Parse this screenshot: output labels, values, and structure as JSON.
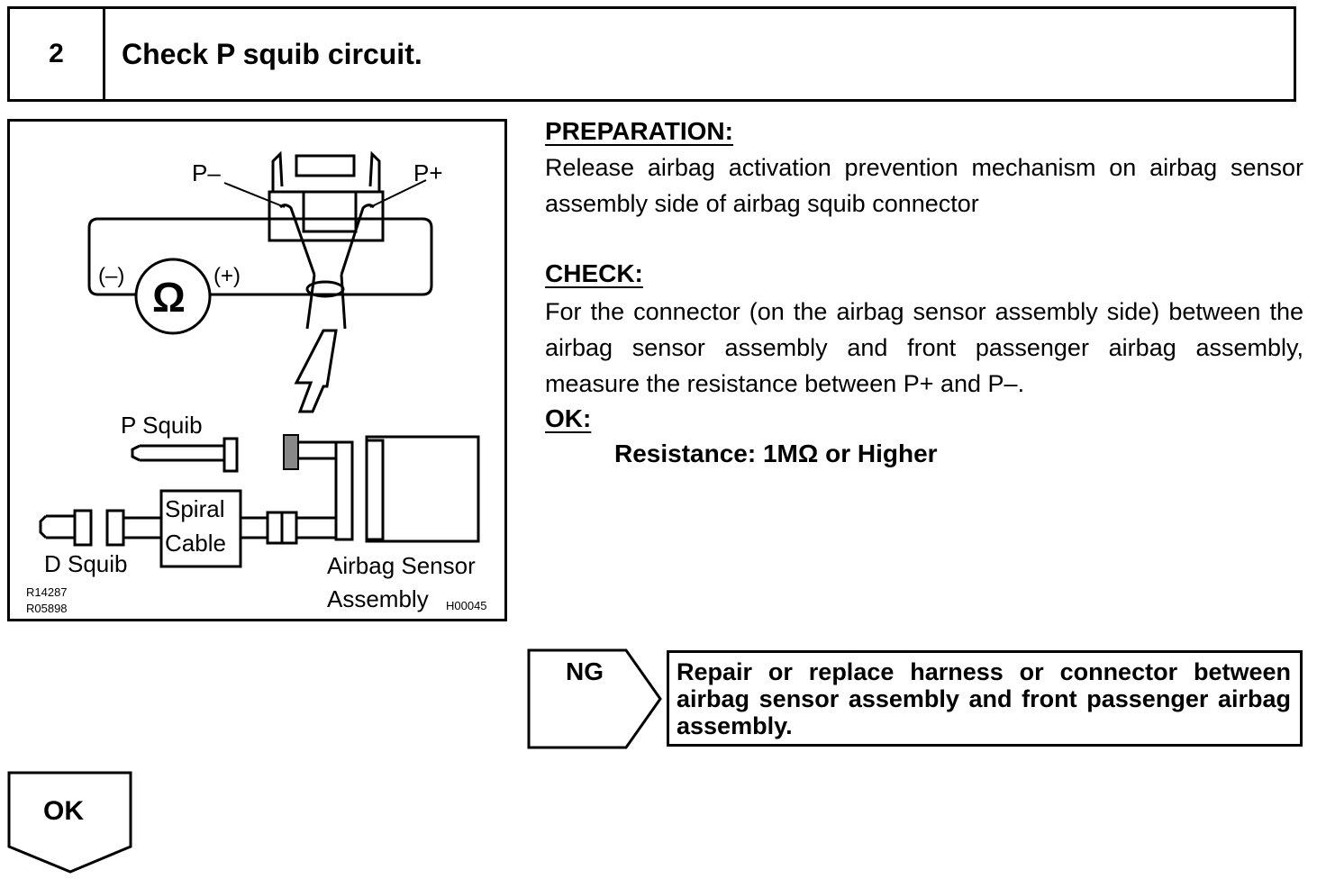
{
  "header": {
    "step_number": "2",
    "title": "Check P squib circuit."
  },
  "diagram": {
    "p_minus": "P–",
    "p_plus": "P+",
    "neg_terminal": "(–)",
    "pos_terminal": "(+)",
    "ohm_symbol": "Ω",
    "p_squib": "P Squib",
    "d_squib": "D Squib",
    "spiral_cable_1": "Spiral",
    "spiral_cable_2": "Cable",
    "sensor_1": "Airbag Sensor",
    "sensor_2": "Assembly",
    "ref_1": "R14287",
    "ref_2": "R05898",
    "ref_3": "H00045"
  },
  "preparation": {
    "heading": "PREPARATION:",
    "text": "Release airbag activation prevention mechanism on airbag sensor assembly side of airbag squib connector"
  },
  "check": {
    "heading": "CHECK:",
    "text": "For the connector (on the airbag sensor assembly side) between the airbag sensor assembly and front passenger airbag assembly, measure the resistance between P+ and P–."
  },
  "ok_spec": {
    "heading": "OK:",
    "value": "Resistance: 1MΩ or Higher"
  },
  "ng": {
    "label": "NG",
    "action": "Repair or replace harness or connector between airbag sensor assembly and front passenger airbag assembly."
  },
  "ok_flow": {
    "label": "OK"
  }
}
